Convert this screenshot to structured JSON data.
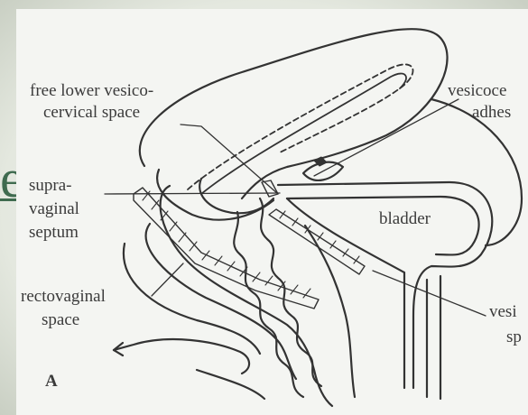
{
  "slide_fragment": "e",
  "labels": {
    "free_lower_line1": "free lower vesico-",
    "free_lower_line2": "cervical space",
    "vesicocervical_adhesion_line1": "vesicoce",
    "vesicocervical_adhesion_line2": "adhes",
    "supravaginal_line1": "supra-",
    "supravaginal_line2": "vaginal",
    "supravaginal_line3": "septum",
    "bladder": "bladder",
    "rectovaginal_line1": "rectovaginal",
    "rectovaginal_line2": "space",
    "vesico_space_line1": "vesi",
    "vesico_space_line2": "sp",
    "panel_letter": "A"
  },
  "colors": {
    "ink": "#333333",
    "accent_green": "#3f6b4f",
    "paper": "#f4f5f2"
  }
}
